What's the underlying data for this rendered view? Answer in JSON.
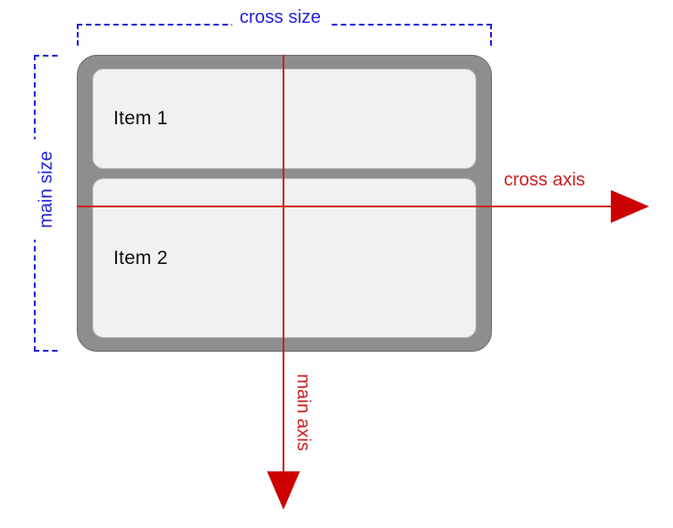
{
  "diagram": {
    "title": "flexbox main axis and cross axis (column direction)",
    "container": {
      "name": "flex-container",
      "items": [
        {
          "label": "Item 1"
        },
        {
          "label": "Item 2"
        }
      ]
    },
    "measurements": [
      {
        "id": "cross-size",
        "label": "cross size",
        "orientation": "horizontal"
      },
      {
        "id": "main-size",
        "label": "main size",
        "orientation": "vertical"
      }
    ],
    "axes": [
      {
        "id": "cross-axis",
        "label": "cross axis",
        "direction": "right"
      },
      {
        "id": "main-axis",
        "label": "main axis",
        "direction": "down"
      }
    ],
    "colors": {
      "measurement": "#2222dd",
      "axis": "#cc2020",
      "arrow": "#cc0000",
      "container_fill": "#8e8e8e",
      "container_border": "#6d6d6d",
      "item_fill": "#f1f1f1",
      "item_border": "#b9b9b9",
      "item_text": "#111111",
      "background": "#ffffff"
    }
  }
}
